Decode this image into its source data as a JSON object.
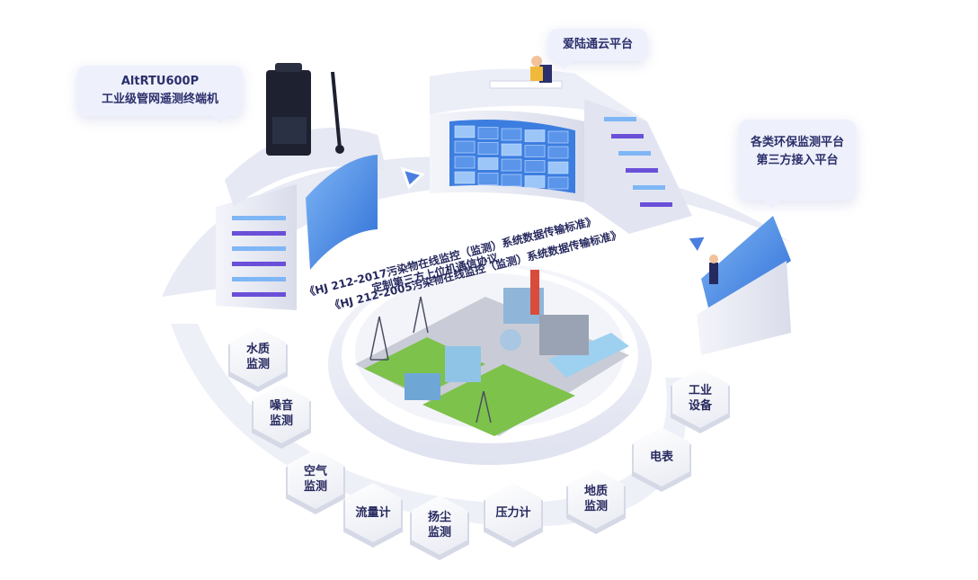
{
  "callouts": {
    "rtu": "AltRTU600P\n工业级管网遥测终端机",
    "cloud": "爱陆通云平台",
    "third": "各类环保监测平台\n第三方接入平台"
  },
  "protocols": [
    "《HJ 212-2017污染物在线监控（监测）系统数据传输标准》",
    "《HJ 212-2005污染物在线监控（监测）系统数据传输标准》",
    "定制第三方上位机通信协议"
  ],
  "hexes": [
    {
      "id": "water",
      "label": "水质\n监测"
    },
    {
      "id": "noise",
      "label": "噪音\n监测"
    },
    {
      "id": "air",
      "label": "空气\n监测"
    },
    {
      "id": "flow",
      "label": "流量计"
    },
    {
      "id": "dust",
      "label": "扬尘\n监测"
    },
    {
      "id": "pressure",
      "label": "压力计"
    },
    {
      "id": "geo",
      "label": "地质\n监测"
    },
    {
      "id": "meter",
      "label": "电表"
    },
    {
      "id": "industrial",
      "label": "工业\n设备"
    }
  ],
  "colors": {
    "accent": "#2b2f6b",
    "screen": "#4f8de8",
    "tower": "#eceef7",
    "purple": "#6a4fd8",
    "grass": "#7dc24a"
  }
}
